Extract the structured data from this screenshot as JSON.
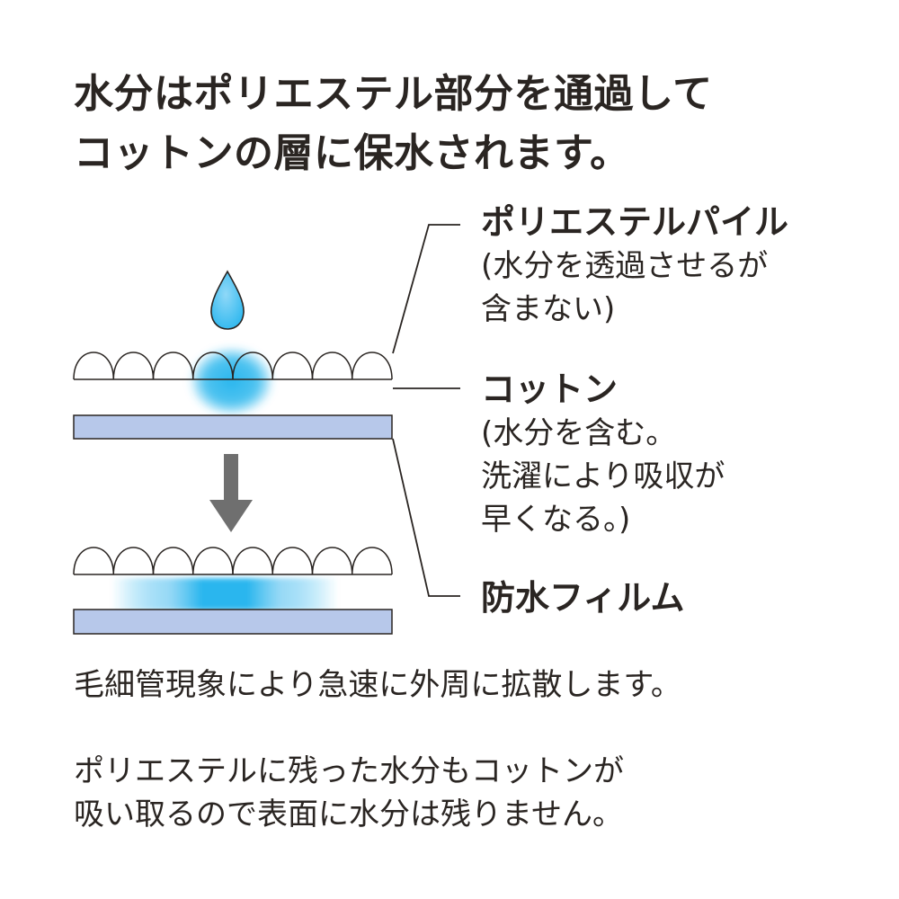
{
  "headline": {
    "line1": "水分はポリエステル部分を通過して",
    "line2": "コットンの層に保水されます。"
  },
  "labels": {
    "pile": {
      "title": "ポリエステルパイル",
      "line1": "(水分を透過させるが",
      "line2": "含まない)"
    },
    "cotton": {
      "title": "コットン",
      "line1": "(水分を含む。",
      "line2": "洗濯により吸収が",
      "line3": "早くなる。)"
    },
    "film": {
      "title": "防水フィルム"
    }
  },
  "captions": {
    "capillary": "毛細管現象により急速に外周に拡散します。",
    "residual_line1": "ポリエステルに残った水分もコットンが",
    "residual_line2": "吸い取るので表面に水分は残りません。"
  },
  "colors": {
    "water_blue": "#29b6ee",
    "film_fill": "#b7c8ea",
    "outline": "#2a2522",
    "arrow_gray": "#6f6f6f"
  }
}
